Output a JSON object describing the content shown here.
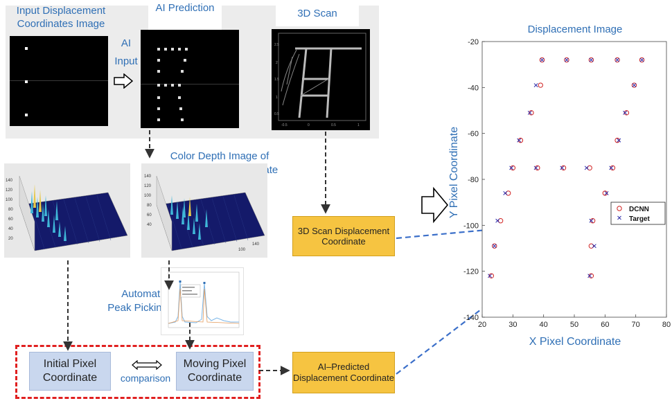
{
  "panels": {
    "input_title": "Input Displacement Coordinates Image",
    "ai_input_label": "AI Input",
    "ai_prediction_title": "AI Prediction",
    "scan_title": "3D Scan",
    "color_depth_title": "Color Depth Image of Displacement Coordinate",
    "peak_picking_label": "Automatic Peak Picking",
    "scan_box": "3D Scan Displacement Coordinate",
    "ai_box": "AI–Predicted Displacement Coordinate",
    "initial_box": "Initial Pixel Coordinate",
    "moving_box": "Moving Pixel Coordinate",
    "comparison_label": "comparison"
  },
  "colors": {
    "title_blue": "#2f6fb5",
    "yellow_box": "#f6c441",
    "light_blue_box": "#c9d7ee",
    "dashed_red": "#e02020",
    "dnn_marker": "#d02020",
    "target_marker": "#2a2aa8",
    "link_blue": "#3b6fc9"
  },
  "chart_data": {
    "type": "scatter",
    "title": "Displacement Image",
    "xlabel": "X Pixel Coordinate",
    "ylabel": "Y Pixel Coordinate",
    "xlim": [
      20,
      80
    ],
    "ylim": [
      -140,
      -20
    ],
    "xticks": [
      20,
      30,
      40,
      50,
      60,
      70,
      80
    ],
    "yticks": [
      -20,
      -40,
      -60,
      -80,
      -100,
      -120,
      -140
    ],
    "legend": "inside-right",
    "series": [
      {
        "name": "DCNN",
        "marker": "circle",
        "points": [
          [
            39.5,
            -28
          ],
          [
            47.5,
            -28
          ],
          [
            55.5,
            -28
          ],
          [
            64,
            -28
          ],
          [
            72,
            -28
          ],
          [
            69.5,
            -39
          ],
          [
            39,
            -39
          ],
          [
            67,
            -51
          ],
          [
            36,
            -51
          ],
          [
            32.5,
            -63
          ],
          [
            64,
            -63
          ],
          [
            30,
            -75
          ],
          [
            38,
            -75
          ],
          [
            46.5,
            -75
          ],
          [
            55,
            -75
          ],
          [
            62.5,
            -75
          ],
          [
            28.5,
            -86
          ],
          [
            60,
            -86
          ],
          [
            26,
            -98
          ],
          [
            56,
            -98
          ],
          [
            24,
            -109
          ],
          [
            55.5,
            -109
          ],
          [
            23,
            -122
          ],
          [
            55.5,
            -122
          ]
        ]
      },
      {
        "name": "Target",
        "marker": "x",
        "points": [
          [
            39.5,
            -28
          ],
          [
            47.5,
            -28
          ],
          [
            55.5,
            -28
          ],
          [
            64,
            -28
          ],
          [
            72,
            -28
          ],
          [
            69.5,
            -39
          ],
          [
            37.5,
            -39
          ],
          [
            66.5,
            -51
          ],
          [
            35.5,
            -51
          ],
          [
            32,
            -63
          ],
          [
            64.5,
            -63
          ],
          [
            29.5,
            -75
          ],
          [
            37.5,
            -75
          ],
          [
            46,
            -75
          ],
          [
            54,
            -75
          ],
          [
            62,
            -75
          ],
          [
            27.5,
            -86
          ],
          [
            60.5,
            -86
          ],
          [
            25,
            -98
          ],
          [
            55.5,
            -98
          ],
          [
            24,
            -109
          ],
          [
            56.5,
            -109
          ],
          [
            22.5,
            -122
          ],
          [
            55,
            -122
          ]
        ]
      }
    ]
  }
}
